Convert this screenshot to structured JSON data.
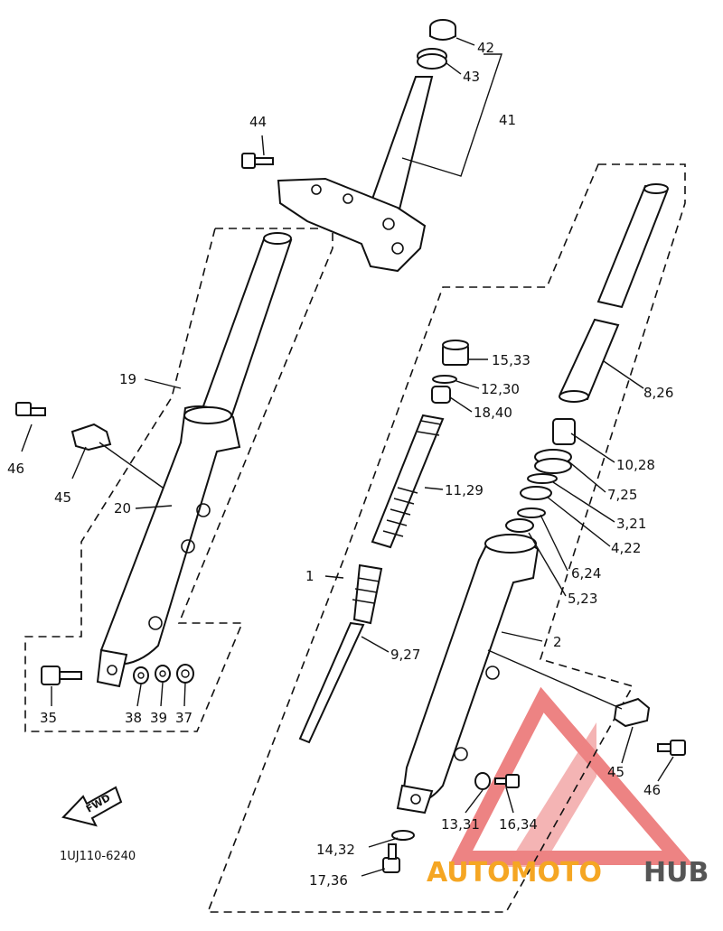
{
  "diagram": {
    "drawing_code": "1UJ110-6240",
    "fwd_arrow_text": "FWD",
    "labels": {
      "l42": "42",
      "l43": "43",
      "l41": "41",
      "l44": "44",
      "l19": "19",
      "l46a": "46",
      "l45a": "45",
      "l20": "20",
      "l35": "35",
      "l38": "38",
      "l39": "39",
      "l37": "37",
      "l1": "1",
      "l15": "15,33",
      "l12": "12,30",
      "l18": "18,40",
      "l11": "11,29",
      "l9": "9,27",
      "l8": "8,26",
      "l10": "10,28",
      "l7": "7,25",
      "l3": "3,21",
      "l4": "4,22",
      "l6": "6,24",
      "l5": "5,23",
      "l2": "2",
      "l45b": "45",
      "l46b": "46",
      "l13": "13,31",
      "l16": "16,34",
      "l14": "14,32",
      "l17": "17,36"
    }
  },
  "watermark": {
    "text_a": "AUTOMOTO",
    "text_b": "HUB",
    "color_a": "#f5a623",
    "color_b": "#555555",
    "triangle_color": "#e85a5a"
  }
}
